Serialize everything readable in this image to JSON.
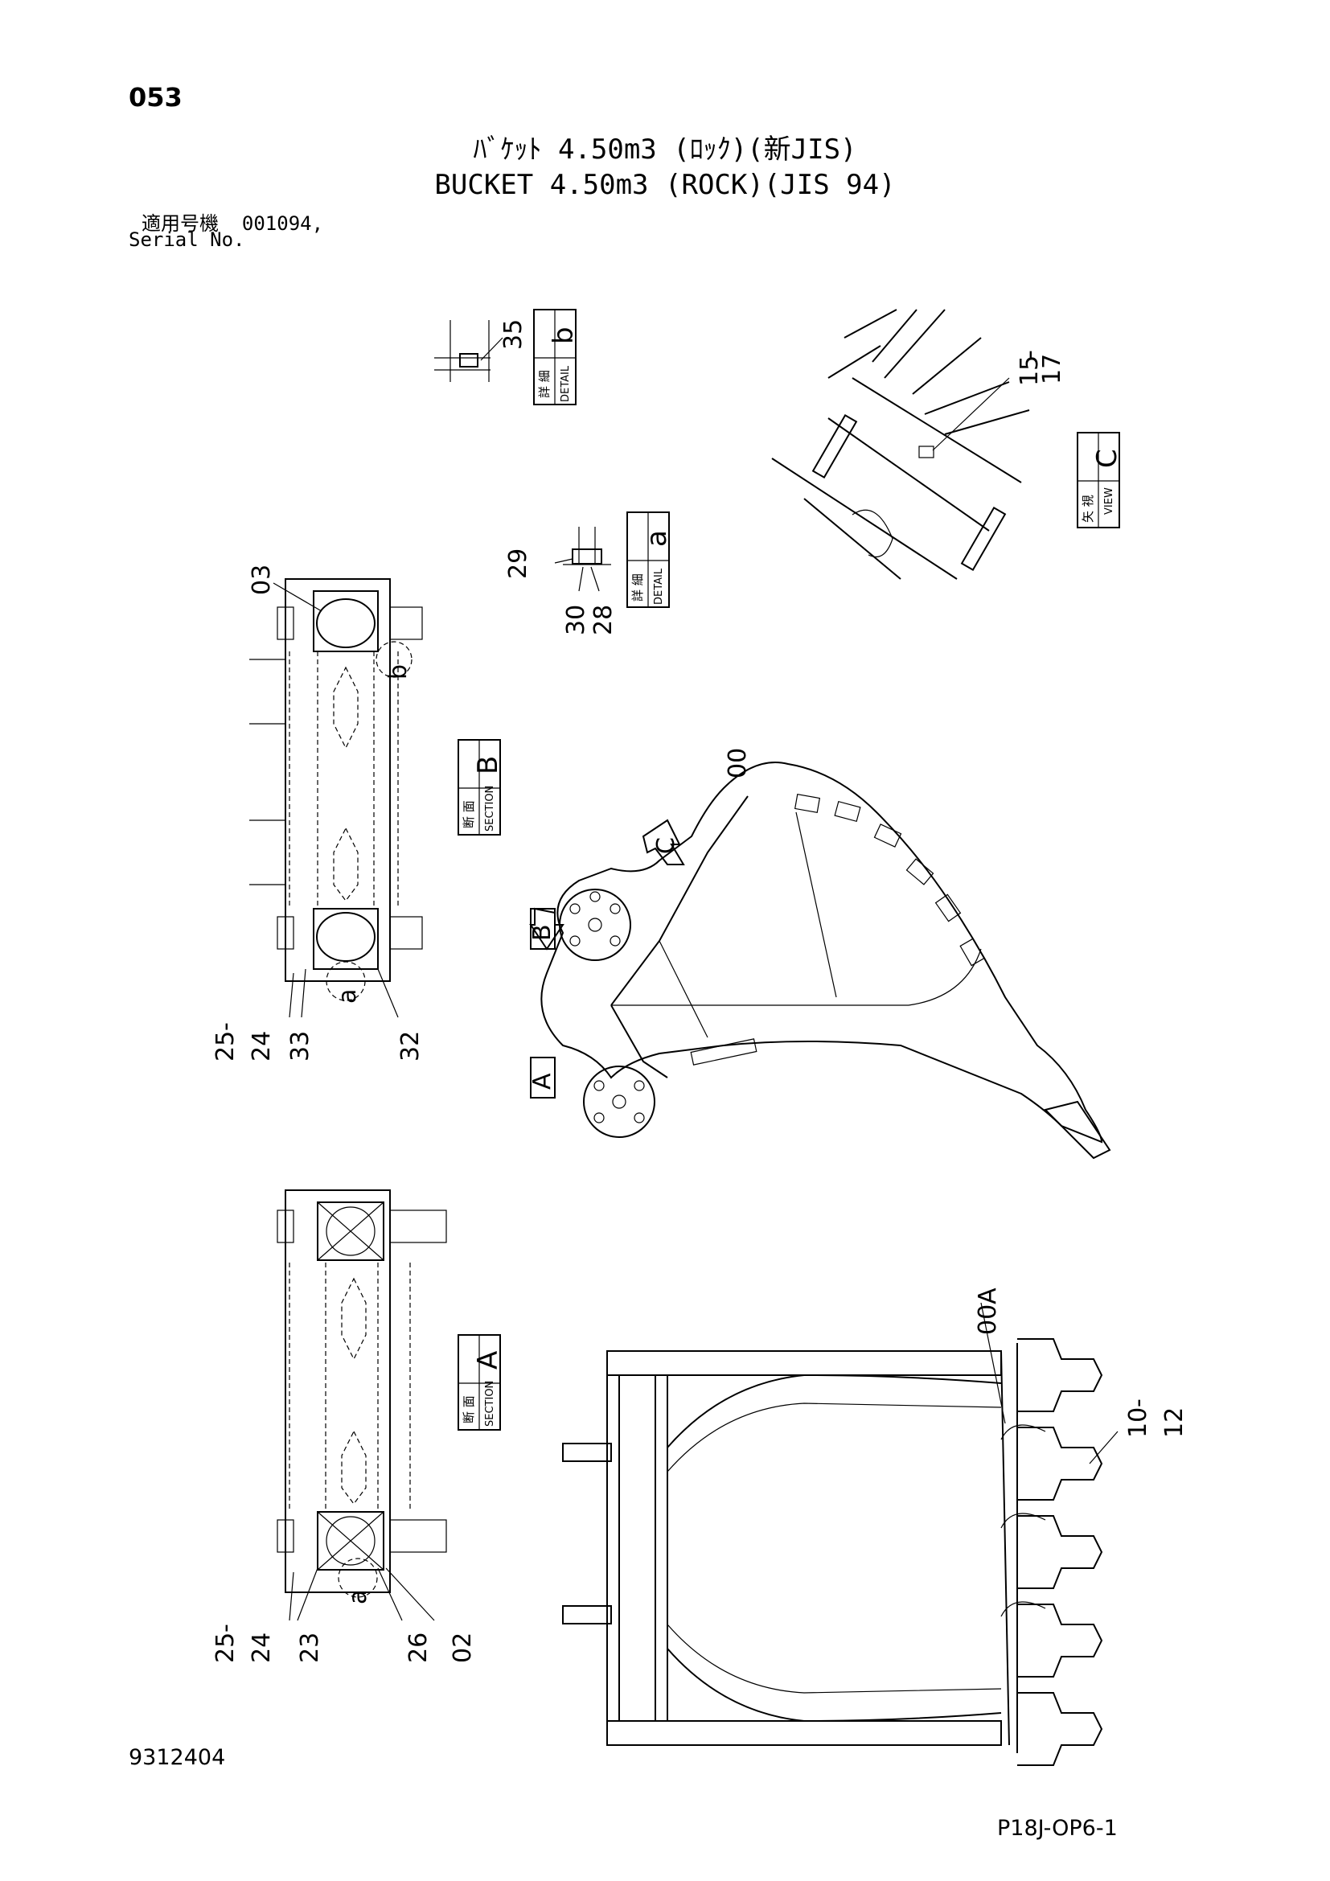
{
  "header": {
    "page_number": "053",
    "title_jp": "ﾊﾞｹｯﾄ 4.50m3 (ﾛｯｸ)(新JIS)",
    "title_en": "BUCKET 4.50m3 (ROCK)(JIS 94)",
    "serial_label_jp": "適用号機",
    "serial_value": "001094,",
    "serial_label_en": "Serial No."
  },
  "footer": {
    "drawing_code": "9312404",
    "page_code": "P18J-OP6-1"
  },
  "views": {
    "detail_b": {
      "jp": "詳 細",
      "en": "DETAIL",
      "letter": "b"
    },
    "detail_a": {
      "jp": "詳 細",
      "en": "DETAIL",
      "letter": "a"
    },
    "view_c": {
      "jp": "矢 視",
      "en": "VIEW",
      "letter": "C"
    },
    "section_b": {
      "jp": "断 面",
      "en": "SECTION",
      "letter": "B"
    },
    "section_a": {
      "jp": "断 面",
      "en": "SECTION",
      "letter": "A"
    }
  },
  "callouts": {
    "p35": "35",
    "p29": "29",
    "p30": "30",
    "p28": "28",
    "p15_17": "15\n-\n17",
    "p03": "03",
    "b_detail": "b",
    "p00": "00",
    "c_arrow": "C",
    "b_arrow": "B",
    "a_arrow": "A",
    "secB_25_24": "25\n-\n24",
    "secB_33": "33",
    "secB_a": "a",
    "secB_32": "32",
    "p00A": "00A",
    "p10_12": "10\n-\n12",
    "secA_25_24": "25\n-\n24",
    "secA_23": "23",
    "secA_a": "a",
    "secA_26": "26",
    "secA_02": "02"
  }
}
